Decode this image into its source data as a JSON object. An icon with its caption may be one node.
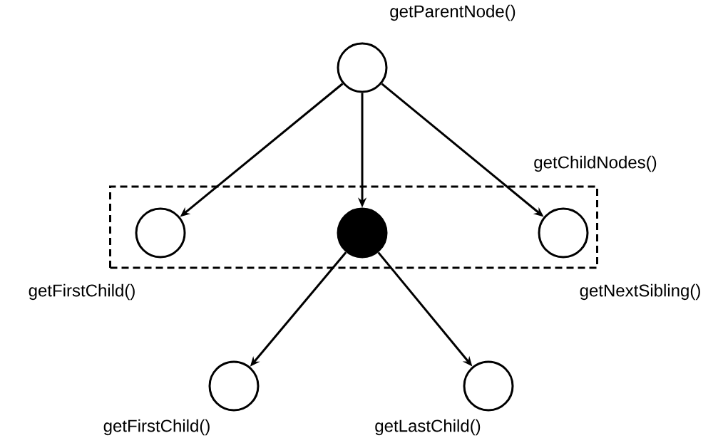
{
  "diagram": {
    "nodes": [
      {
        "text": [],
        "shape": "circle",
        "beside": [
          "getParentNode()"
        ]
      },
      {
        "text": [
          "getChildNodes()"
        ]
      },
      {
        "text": [],
        "shape": "circle",
        "in": 1,
        "beside": [
          "getFirstChild()"
        ]
      },
      {
        "text": [],
        "shape": "dot",
        "in": 1
      },
      {
        "text": [],
        "shape": "circle",
        "in": 1,
        "beside": [
          "getNextSibling()"
        ]
      },
      {
        "text": [],
        "shape": "circle",
        "beside": [
          "getFirstChild()"
        ]
      },
      {
        "text": [],
        "shape": "circle",
        "beside": [
          "getLastChild()"
        ]
      }
    ],
    "edges": [
      {
        "from": 0,
        "to": 2,
        "arrow": "to"
      },
      {
        "from": 0,
        "to": 3,
        "arrow": "to"
      },
      {
        "from": 0,
        "to": 4,
        "arrow": "to"
      },
      {
        "from": 3,
        "to": 5,
        "arrow": "to"
      },
      {
        "from": 3,
        "to": 6,
        "arrow": "to"
      }
    ]
  }
}
